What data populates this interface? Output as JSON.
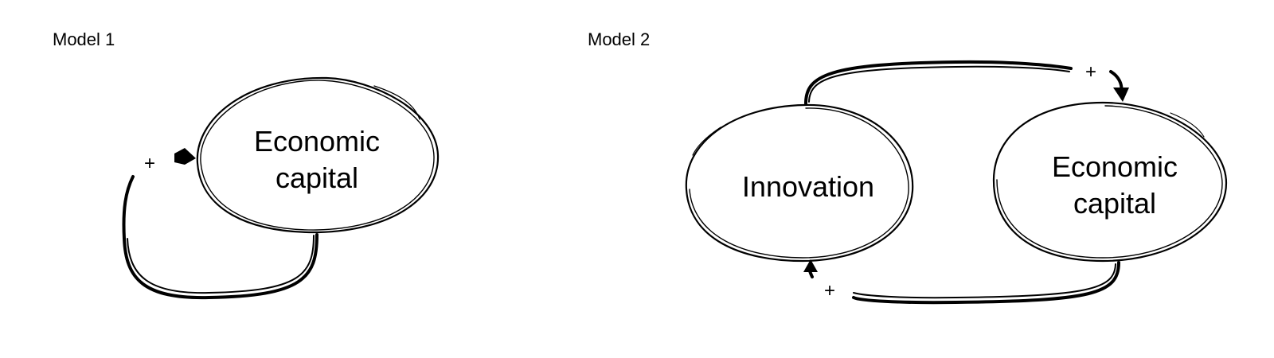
{
  "colors": {
    "ink": "#000000",
    "background": "#ffffff"
  },
  "model1": {
    "title": "Model 1",
    "node": {
      "line1": "Economic",
      "line2": "capital"
    },
    "loop_sign": "+"
  },
  "model2": {
    "title": "Model 2",
    "innovation": {
      "label": "Innovation"
    },
    "capital": {
      "line1": "Economic",
      "line2": "capital"
    },
    "top_link_sign": "+",
    "bottom_link_sign": "+"
  }
}
